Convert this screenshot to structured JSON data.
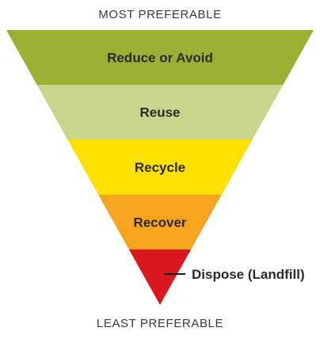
{
  "top_label": "MOST PREFERABLE",
  "bottom_label": "LEAST PREFERABLE",
  "tiers": [
    {
      "label": "Reduce or Avoid",
      "color": "#9bb033"
    },
    {
      "label": "Reuse",
      "color": "#c9d48d"
    },
    {
      "label": "Recycle",
      "color": "#fde000"
    },
    {
      "label": "Recover",
      "color": "#f6a31e"
    },
    {
      "label": "",
      "color": "#d9191e"
    }
  ],
  "callout": {
    "label": "Dispose (Landfill)",
    "color": "#1a1a1a"
  }
}
